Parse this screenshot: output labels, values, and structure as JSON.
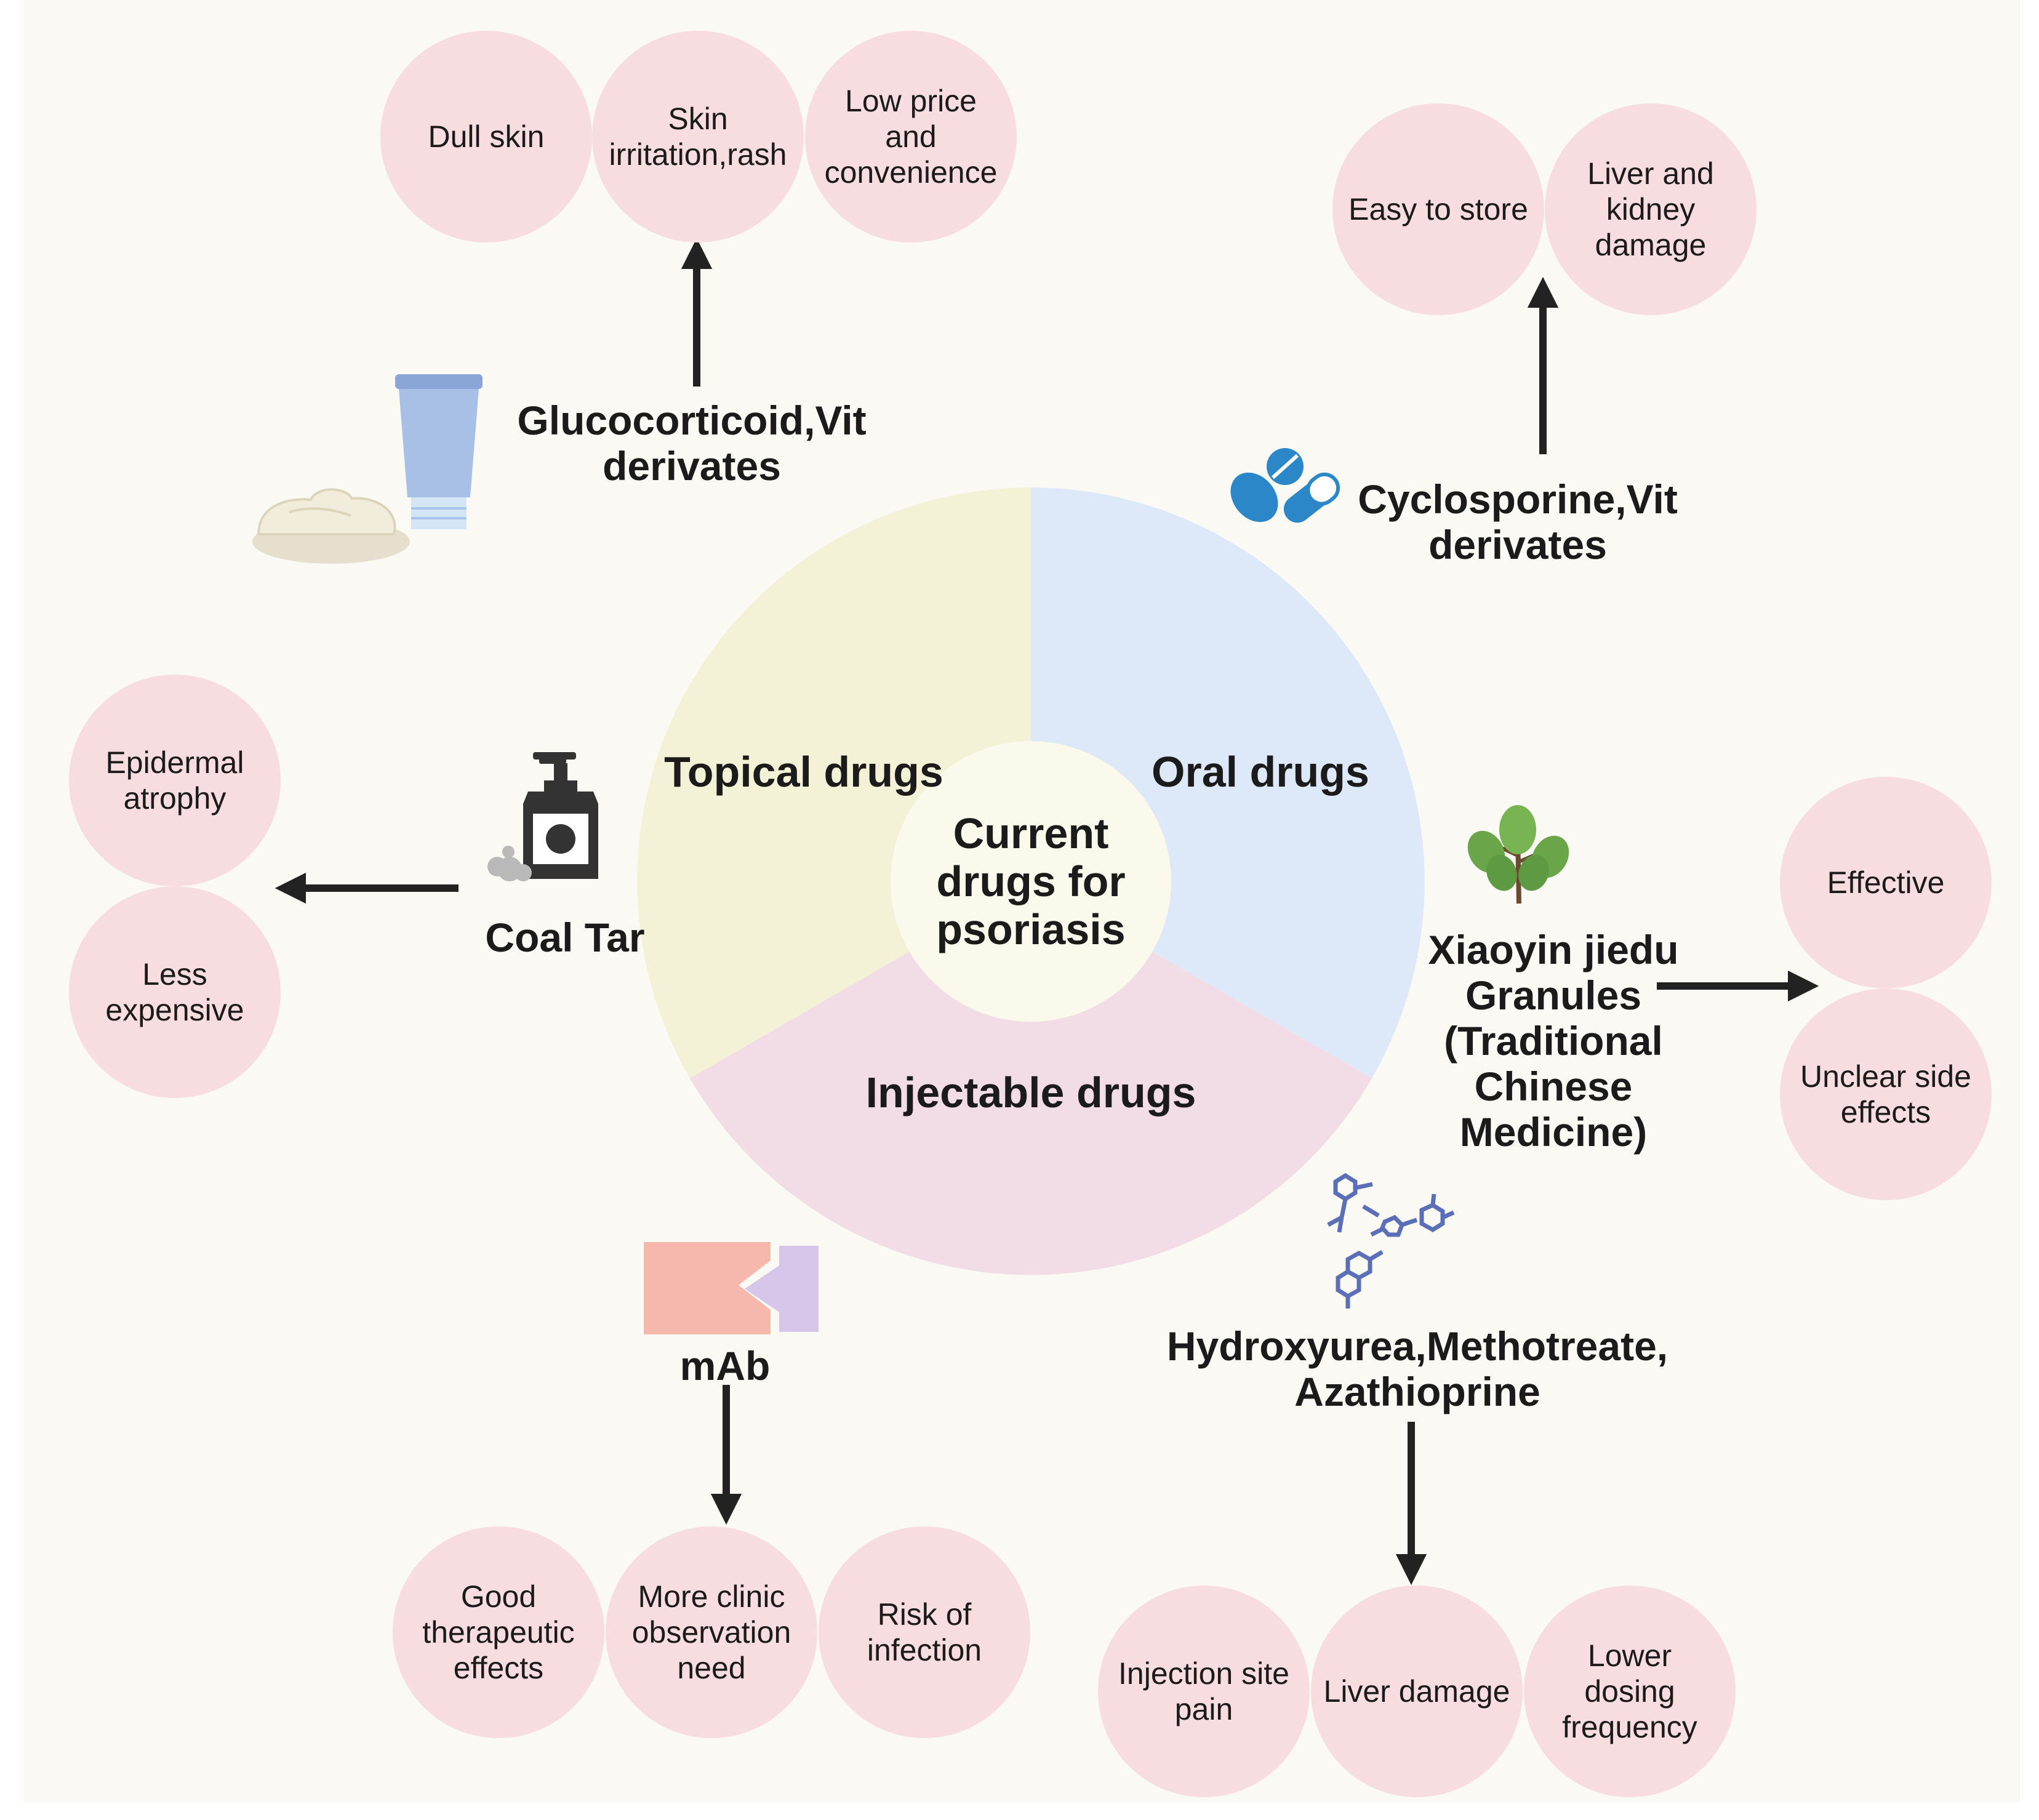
{
  "colors": {
    "background": "#fbf9f4",
    "bubble": "#f7dde0",
    "topical": "#f4f2d6",
    "oral": "#dde9f8",
    "injectable": "#f2dde7",
    "center": "#fbf8ec",
    "arrow": "#222222",
    "text": "#1b1b1b"
  },
  "center_label": "Current drugs for psoriasis",
  "sectors": {
    "topical": "Topical drugs",
    "oral": "Oral drugs",
    "injectable": "Injectable drugs"
  },
  "groups": {
    "glucocorticoid": {
      "label": "Glucocorticoid,Vit derivates",
      "icon": "cream-tube-icon",
      "bubbles": [
        "Dull skin",
        "Skin irritation,rash",
        "Low price and convenience"
      ]
    },
    "cyclosporine": {
      "label": "Cyclosporine,Vit derivates",
      "icon": "pills-icon",
      "bubbles": [
        "Easy to store",
        "Liver and kidney damage"
      ]
    },
    "coal_tar": {
      "label": "Coal Tar",
      "icon": "pump-bottle-icon",
      "bubbles": [
        "Epidermal atrophy",
        "Less expensive"
      ]
    },
    "xiaoyin": {
      "label": "Xiaoyin jiedu Granules (Traditional Chinese Medicine)",
      "icon": "herb-icon",
      "bubbles": [
        "Effective",
        "Unclear side effects"
      ]
    },
    "mab": {
      "label": "mAb",
      "icon": "antibody-icon",
      "bubbles": [
        "Good therapeutic effects",
        "More clinic observation need",
        "Risk of infection"
      ]
    },
    "hydroxyurea": {
      "label": "Hydroxyurea,Methotreate, Azathioprine",
      "icon": "molecule-icon",
      "bubbles": [
        "Injection site pain",
        "Liver damage",
        "Lower dosing frequency"
      ]
    }
  }
}
